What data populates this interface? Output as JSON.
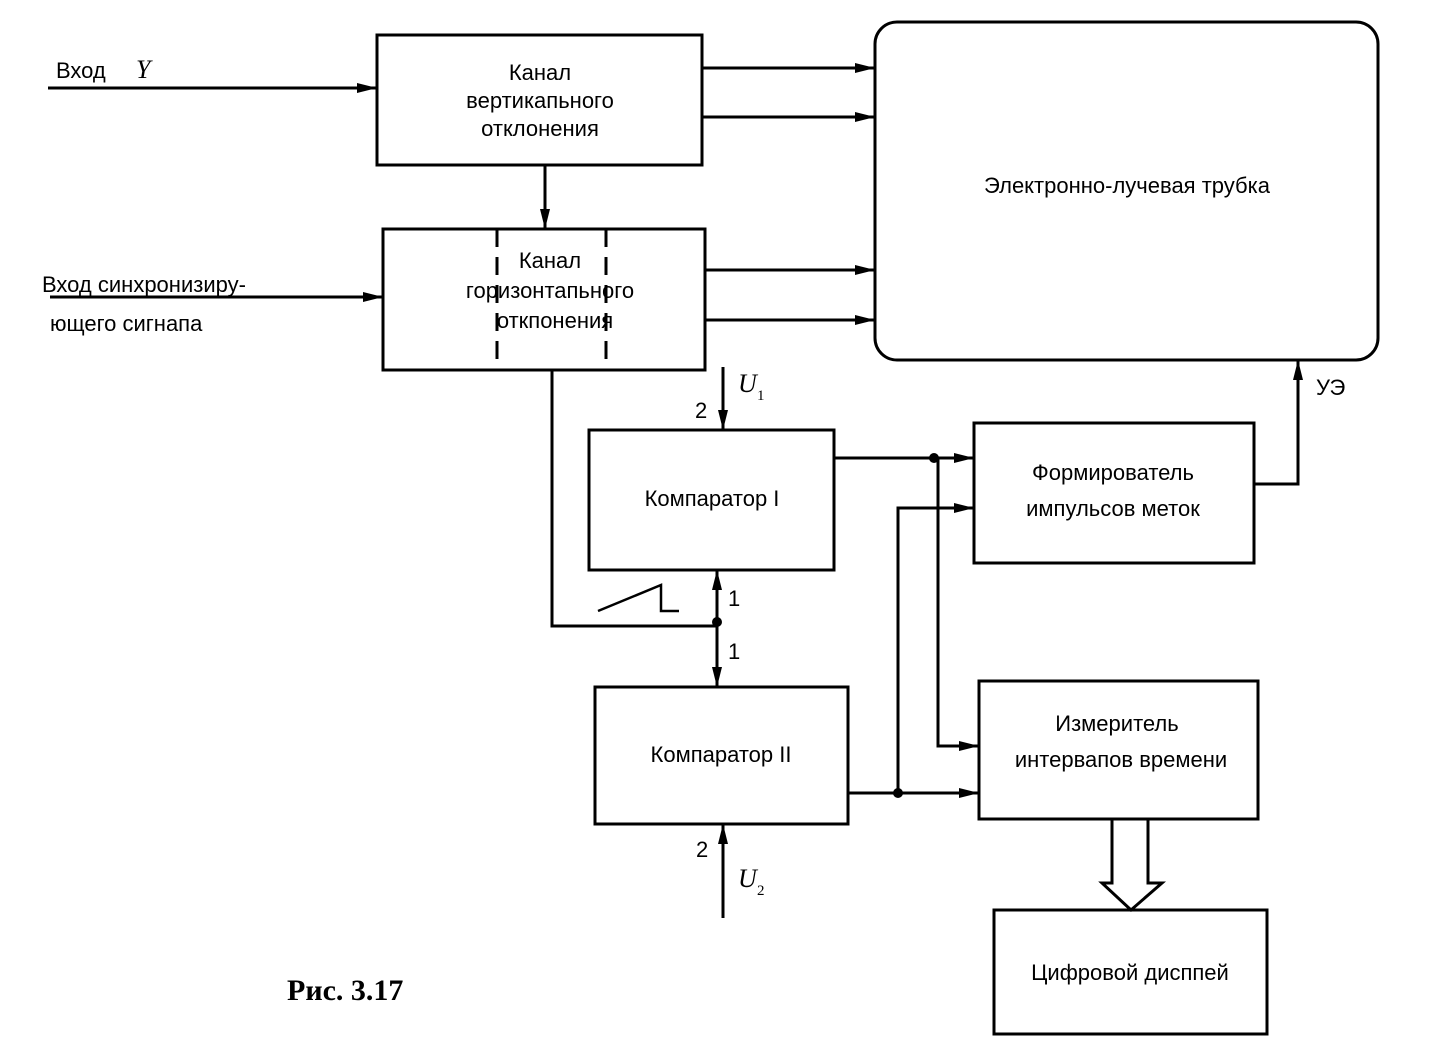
{
  "inputs": {
    "y_prefix": "Вход",
    "y_symbol": "Y",
    "sync_line1": "Вход синхронизиру-",
    "sync_line2": "ющего сигнапа"
  },
  "blocks": {
    "vertical_channel": [
      "Канал",
      "вертикапьного",
      "отклонения"
    ],
    "horizontal_channel": [
      "Канал",
      "горизонтапьного",
      "откпонения"
    ],
    "crt": "Электронно-лучевая трубка",
    "comparator_1": "Компаратор I",
    "comparator_2": "Компаратор II",
    "pulse_former": [
      "Формирователь",
      "импульсов меток"
    ],
    "interval_meter": [
      "Измеритель",
      "интервапов времени"
    ],
    "digital_display": "Цифровой дисппей"
  },
  "signals": {
    "u1_symbol": "U",
    "u1_sub": "1",
    "u2_symbol": "U",
    "u2_sub": "2",
    "port_2_top": "2",
    "port_2_bottom": "2",
    "port_1_upper": "1",
    "port_1_lower": "1",
    "control_electrode": "УЭ"
  },
  "caption": "Рис. 3.17"
}
